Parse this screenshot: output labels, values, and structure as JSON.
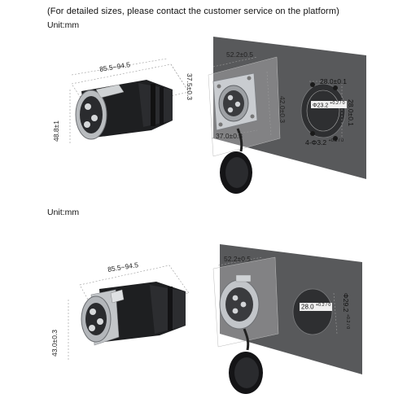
{
  "notice": "(For detailed sizes, please contact the customer service on the platform)",
  "section1": {
    "unit": "Unit:mm",
    "plug_length": "85.5~94.5",
    "plug_diameter": "37.5±0.3",
    "plug_height": "48.8±1",
    "flange_width": "52.2±0.5",
    "flange_height": "42.0±0.3",
    "flange_bottom": "37.0±0.3",
    "cutout_width": "28.0±0.1",
    "cutout_height": "28.0±0.1",
    "cutout_center": "Φ23.2",
    "cutout_center_tol": "+0.2 / 0",
    "hole_spec": "4-Φ3.2",
    "hole_spec_tol": "+0.2 / 0"
  },
  "section2": {
    "unit": "Unit:mm",
    "plug_length": "85.5~94.5",
    "plug_height": "43.0±0.3",
    "flange_width": "52.2±0.5",
    "cutout_center": "28.0",
    "cutout_center_tol": "+0.2 / 0",
    "cutout_diameter": "Φ29.2",
    "cutout_diameter_tol": "+0.2 / 0"
  },
  "colors": {
    "panel": "#58595b",
    "metal": "#c8cbce",
    "plastic": "#1d1d1f",
    "dim_line": "#8a8a8a"
  },
  "icons": [
    "connector-plug-icon",
    "panel-socket-icon",
    "dust-cap-icon"
  ]
}
